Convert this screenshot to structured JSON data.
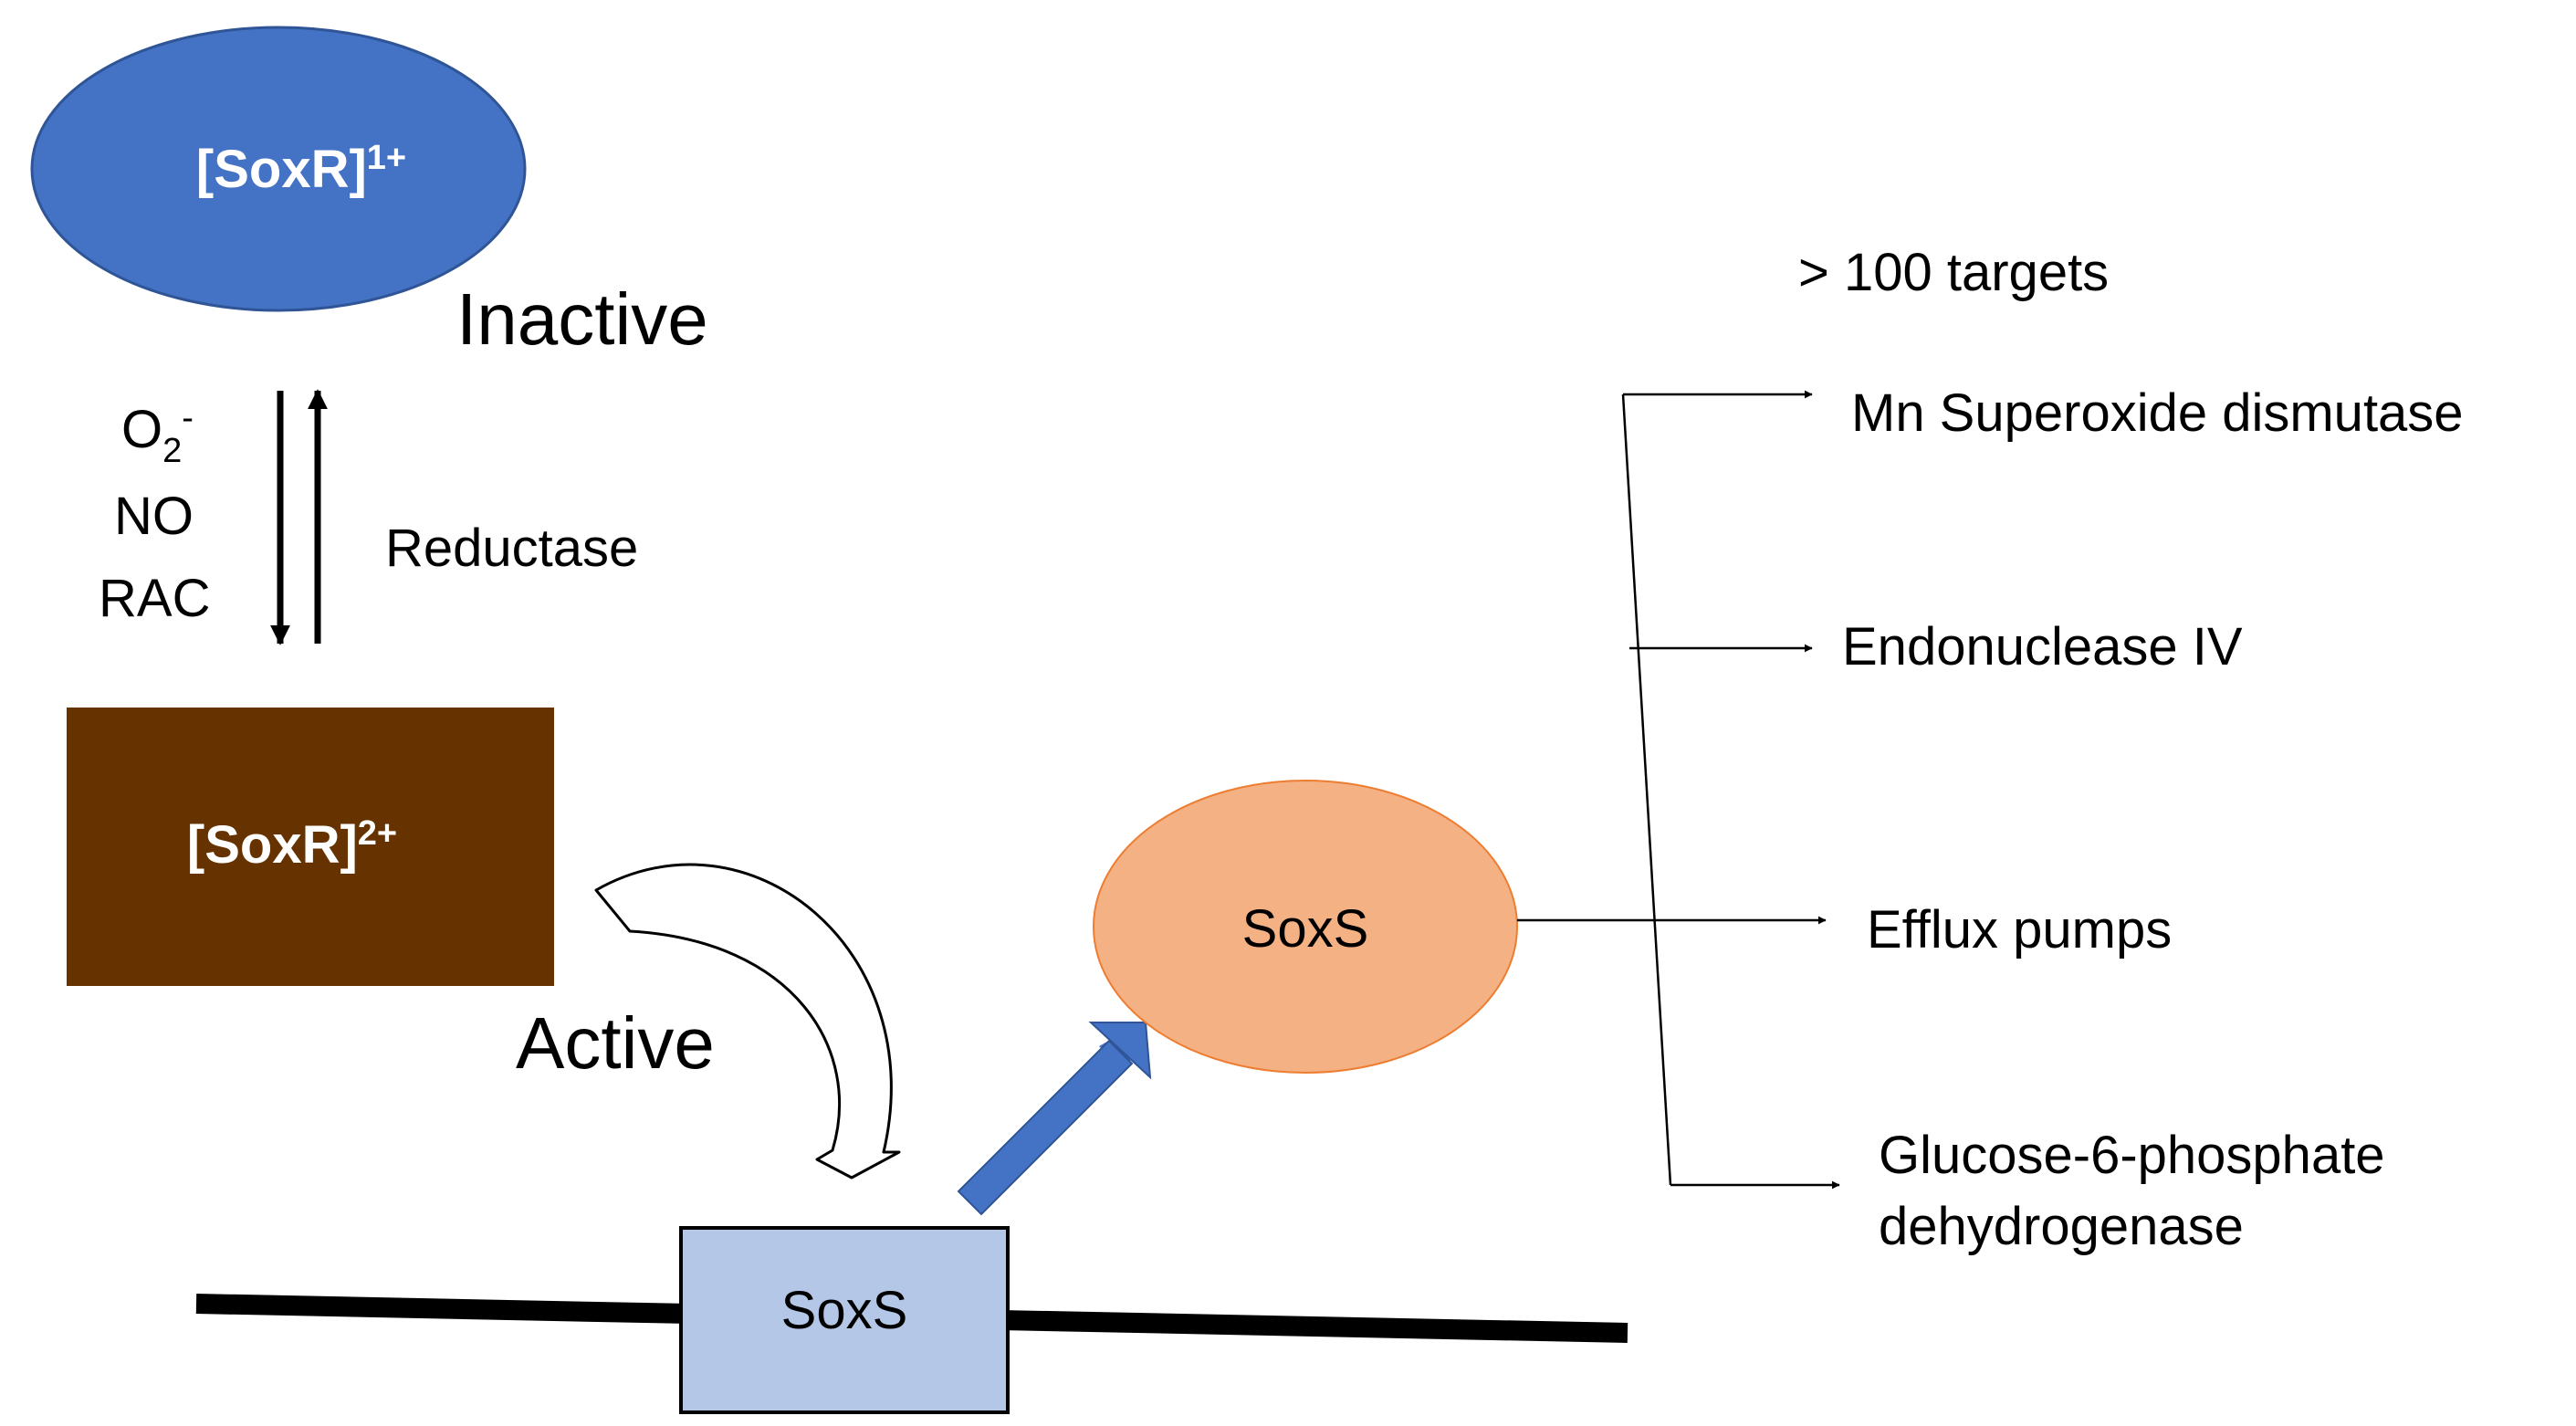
{
  "soxr_reduced": {
    "name": "[SoxR]",
    "charge": "1+",
    "color": "#4472C4"
  },
  "soxr_oxidized": {
    "name": "[SoxR]",
    "charge": "2+",
    "color": "#663300"
  },
  "state_inactive": "Inactive",
  "state_active": "Active",
  "oxidants": {
    "superoxide_base": "O",
    "superoxide_sub": "2",
    "superoxide_sup": "-",
    "nitric_oxide": "NO",
    "rac": "RAC"
  },
  "reductase": "Reductase",
  "soxs_gene": {
    "label": "SoxS",
    "color": "#B4C7E7"
  },
  "soxs_protein": {
    "label": "SoxS",
    "color": "#F4B183"
  },
  "targets_header": "> 100 targets",
  "targets": [
    "Mn Superoxide dismutase",
    "Endonuclease IV",
    "Efflux pumps",
    "Glucose-6-phosphate dehydrogenase"
  ],
  "arrow_color": "#4472C4"
}
